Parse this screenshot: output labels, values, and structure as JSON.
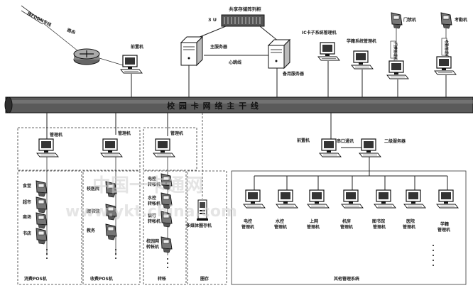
{
  "labels": {
    "rack_title": "共享存储阵列柜",
    "rack_3u": "3 U",
    "main_server": "主服务器",
    "heartbeat": "心跳线",
    "backup_server": "备用服务器",
    "frontend_top": "前置机",
    "telecom_line": "接FDDN专线",
    "router_text": "路由",
    "ic_mgr": "IC卡子系统管理机",
    "student_mgr": "学籍系统管理机",
    "door_mgr": "门禁管理机",
    "door_machine": "门禁机",
    "attend_mgr": "考勤管理机",
    "attend_machine": "考勤机",
    "bus": "校 园 卡 网 络 主 干 线",
    "mgr1": "管理机",
    "mgr2": "管理机",
    "mgr3": "管理机",
    "front2": "前置机",
    "serial": "串口通讯",
    "secondary_server": "二级服务器",
    "canteen": "食堂",
    "supermarket": "超市",
    "shop": "商场",
    "bookstore": "书店",
    "hospital_pos": "校医院",
    "library_pos": "图书馆",
    "academic": "教务",
    "water_t1": "水控",
    "water_t2": "转帐机",
    "bank_t1": "银行",
    "bank_t2": "转帐机",
    "campus_t1": "校园网",
    "campus_t2": "转帐机",
    "tr_top1": "电控",
    "tr_top2": "转帐机",
    "multimedia_kiosk": "多媒体圈存机",
    "grp_consume": "消费POS机",
    "grp_charge": "收费POS机",
    "grp_transfer": "转帐",
    "grp_deposit": "圈存",
    "grp_other": "其他管理系统",
    "o1a": "电控",
    "o1b": "管理机",
    "o2a": "水控",
    "o2b": "管理机",
    "o3a": "上网",
    "o3b": "管理机",
    "o4a": "机房",
    "o4b": "管理机",
    "o5a": "图书馆",
    "o5b": "管理机",
    "o6a": "医院",
    "o6b": "管理机",
    "o7a": "学籍",
    "o7b": "管理机",
    "wm1": "中国一卡通网",
    "wm2": "www.ykt.china.com"
  }
}
